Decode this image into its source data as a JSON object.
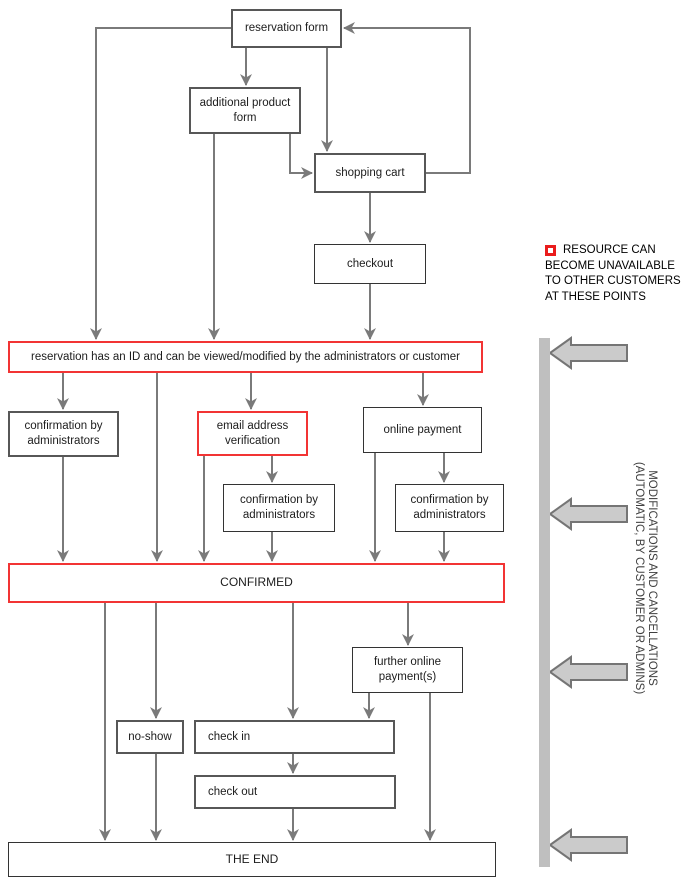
{
  "diagram": {
    "title": "reservation workflow flowchart",
    "nodes": {
      "reservation_form": {
        "label": "reservation form"
      },
      "additional_product_form": {
        "label": "additional product form"
      },
      "shopping_cart": {
        "label": "shopping cart"
      },
      "checkout": {
        "label": "checkout"
      },
      "reservation_id": {
        "label": "reservation has an ID and can be viewed/modified by the administrators or customer"
      },
      "confirmation_left": {
        "label": "confirmation by administrators"
      },
      "email_verification": {
        "label": "email address verification"
      },
      "online_payment": {
        "label": "online payment"
      },
      "confirmation_mid": {
        "label": "confirmation by administrators"
      },
      "confirmation_right": {
        "label": "confirmation by administrators"
      },
      "confirmed": {
        "label": "CONFIRMED"
      },
      "further_payments": {
        "label": "further online payment(s)"
      },
      "no_show": {
        "label": "no-show"
      },
      "check_in": {
        "label": "check in"
      },
      "check_out": {
        "label": "check out"
      },
      "the_end": {
        "label": "THE END"
      }
    },
    "legend": {
      "lines": [
        "RESOURCE CAN",
        "BECOME UNAVAILABLE",
        "TO OTHER CUSTOMERS",
        "AT THESE POINTS"
      ]
    },
    "sidebar": {
      "line1": "MODIFICATIONS AND CANCELLATIONS",
      "line2": "(AUTOMATIC, BY CUSTOMER OR ADMINS)"
    },
    "colors": {
      "highlight_red": "#f23434",
      "legend_red": "#ea1c1c",
      "box_border_gray": "#575757",
      "box_border_dark": "#333333",
      "connector_gray": "#7a7a7a",
      "big_arrow_fill": "#cbcbcb",
      "big_arrow_border": "#757575",
      "side_bar_gray": "#bfbfbf"
    }
  }
}
